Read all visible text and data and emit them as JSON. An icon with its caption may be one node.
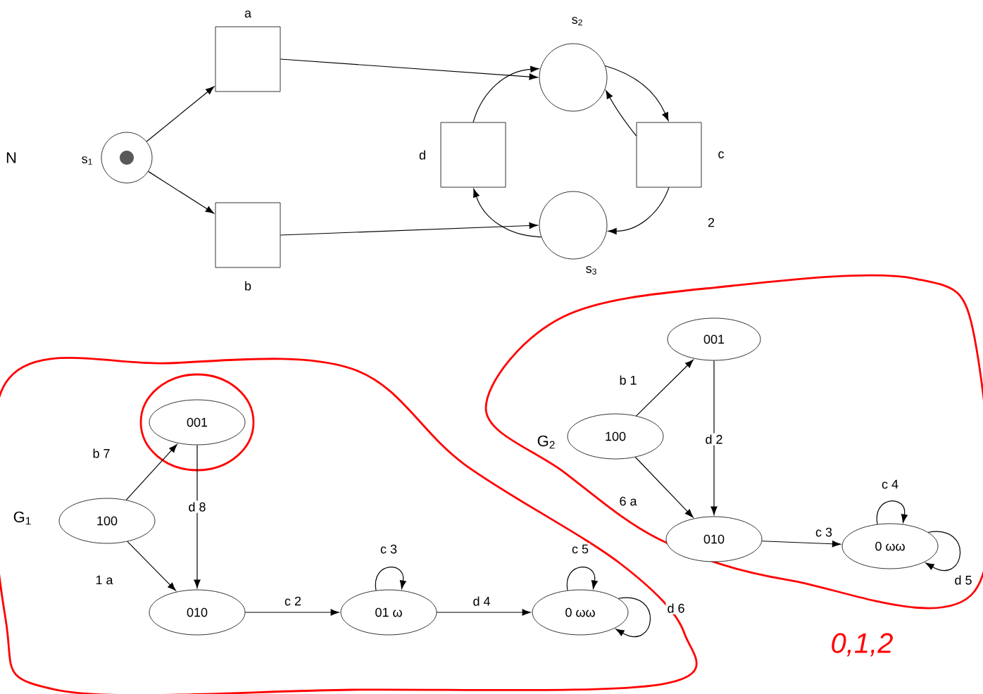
{
  "diagram": {
    "nodes": [
      {
        "text": [
          "s$_{1}$"
        ]
      },
      {
        "text": [
          "a"
        ]
      },
      {
        "text": [
          "b"
        ]
      },
      {
        "text": [
          "s$_{2}$"
        ]
      },
      {
        "text": [
          "d"
        ]
      },
      {
        "text": [
          "c"
        ]
      },
      {
        "text": [
          "s$_{3}$"
        ]
      },
      {
        "text": [
          "100"
        ]
      },
      {
        "text": [
          "001"
        ]
      },
      {
        "text": [
          "010"
        ]
      },
      {
        "text": [
          "01 ω"
        ]
      },
      {
        "text": [
          "0 ωω"
        ]
      },
      {
        "text": [
          "001"
        ]
      },
      {
        "text": [
          "100"
        ]
      },
      {
        "text": [
          "010"
        ]
      },
      {
        "text": [
          "0 ωω"
        ]
      }
    ],
    "edges": [
      {
        "from": 0,
        "to": 1,
        "arrow": "to"
      },
      {
        "from": 0,
        "to": 2,
        "arrow": "to"
      },
      {
        "from": 1,
        "to": 3,
        "arrow": "to"
      },
      {
        "from": 2,
        "to": 6,
        "arrow": "to"
      },
      {
        "from": 3,
        "to": 5,
        "arrow": "to"
      },
      {
        "from": 5,
        "to": 3,
        "arrow": "to"
      },
      {
        "from": 5,
        "to": 6,
        "arrow": "to",
        "label": "2"
      },
      {
        "from": 6,
        "to": 4,
        "arrow": "to"
      },
      {
        "from": 4,
        "to": 3,
        "arrow": "to"
      },
      {
        "from": 7,
        "to": 8,
        "arrow": "to",
        "label": "b 7"
      },
      {
        "from": 7,
        "to": 9,
        "arrow": "to",
        "label": "1 a"
      },
      {
        "from": 8,
        "to": 9,
        "arrow": "to",
        "label": "d 8"
      },
      {
        "from": 9,
        "to": 10,
        "arrow": "to",
        "label": "c 2"
      },
      {
        "from": 10,
        "to": 10,
        "arrow": "to",
        "label": "c 3"
      },
      {
        "from": 10,
        "to": 11,
        "arrow": "to",
        "label": "d 4"
      },
      {
        "from": 11,
        "to": 11,
        "arrow": "to",
        "label": "c 5"
      },
      {
        "from": 11,
        "to": 11,
        "arrow": "to",
        "label": "d 6"
      },
      {
        "from": 13,
        "to": 12,
        "arrow": "to",
        "label": "b 1"
      },
      {
        "from": 13,
        "to": 14,
        "arrow": "to",
        "label": "6 a"
      },
      {
        "from": 12,
        "to": 14,
        "arrow": "to",
        "label": "d 2"
      },
      {
        "from": 14,
        "to": 15,
        "arrow": "to",
        "label": "c 3"
      },
      {
        "from": 15,
        "to": 15,
        "arrow": "to",
        "label": "c 4"
      },
      {
        "from": 15,
        "to": 15,
        "arrow": "to",
        "label": "d 5"
      }
    ],
    "labels": [
      "N",
      "G$_{1}$",
      "G$_{2}$",
      "0,1,2"
    ]
  }
}
